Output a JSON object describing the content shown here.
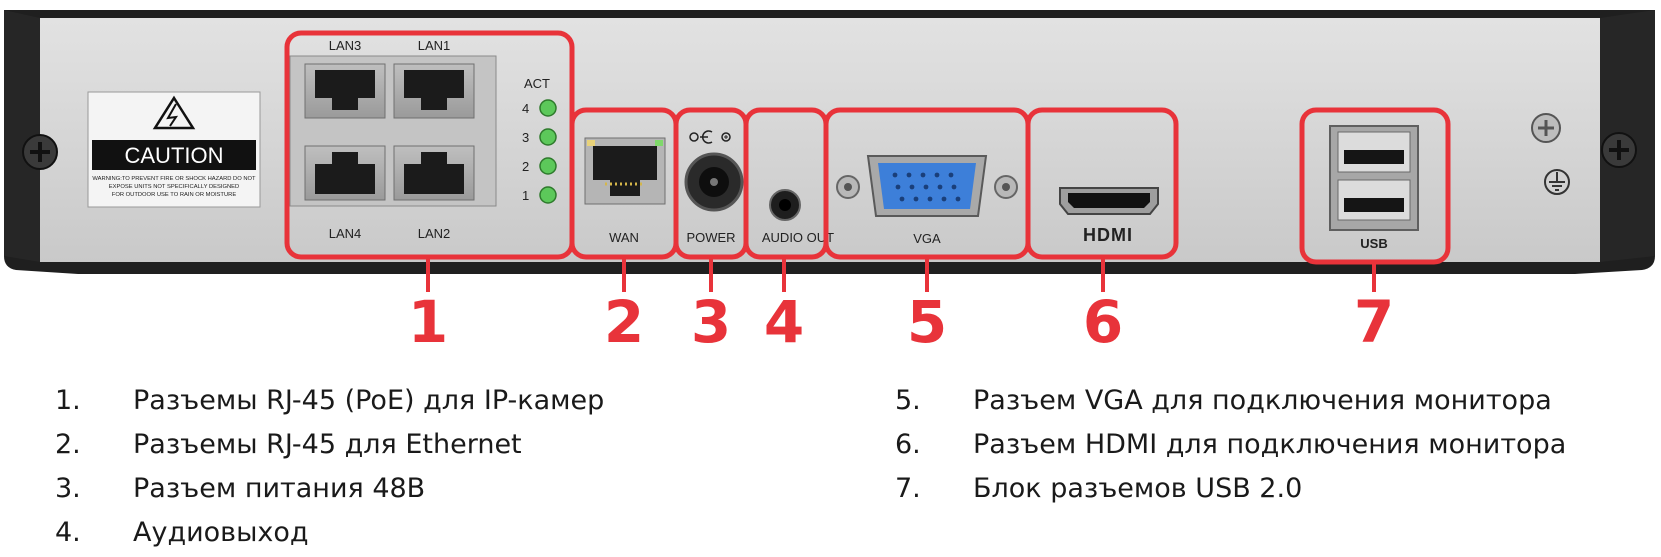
{
  "panel": {
    "caution": {
      "title": "CAUTION",
      "warning_lines": [
        "WARNING:TO PREVENT FIRE OR SHOCK HAZARD DO NOT",
        "EXPOSE UNITS NOT SPECIFICALLY DESIGNED",
        "FOR OUTDOOR USE TO RAIN OR MOISTURE"
      ]
    },
    "port_labels": {
      "lan1": "LAN1",
      "lan2": "LAN2",
      "lan3": "LAN3",
      "lan4": "LAN4",
      "act": "ACT",
      "led_numbers": [
        "4",
        "3",
        "2",
        "1"
      ],
      "wan": "WAN",
      "power": "POWER",
      "audio_out": "AUDIO OUT",
      "vga": "VGA",
      "hdmi": "HDMI",
      "usb": "USB"
    }
  },
  "callouts": [
    "1",
    "2",
    "3",
    "4",
    "5",
    "6",
    "7"
  ],
  "legend": {
    "left": [
      {
        "num": "1.",
        "text": "Разъемы RJ-45 (PoE) для IP-камер"
      },
      {
        "num": "2.",
        "text": "Разъемы RJ-45 для Ethernet"
      },
      {
        "num": "3.",
        "text": "Разъем питания 48В"
      },
      {
        "num": "4.",
        "text": "Аудиовыход"
      }
    ],
    "right": [
      {
        "num": "5.",
        "text": "Разъем VGA для подключения монитора"
      },
      {
        "num": "6.",
        "text": "Разъем HDMI для подключения монитора"
      },
      {
        "num": "7.",
        "text": "Блок разъемов USB 2.0"
      }
    ]
  },
  "colors": {
    "highlight": "#e8333a",
    "panel": "#d6d6d6",
    "frame": "#222222",
    "led": "#5cc85a",
    "vga_blue": "#3d7fd9"
  }
}
